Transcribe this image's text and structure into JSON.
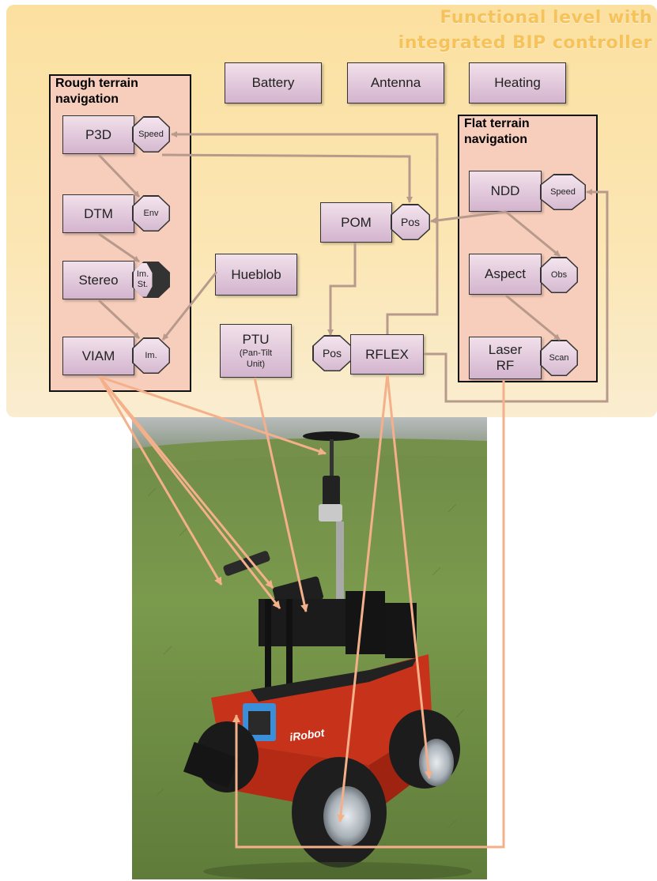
{
  "title_line1": "Functional level with",
  "title_line2": "integrated BIP controller",
  "rough_group_title": "Rough terrain navigation",
  "flat_group_title": "Flat terrain navigation",
  "modules": {
    "battery": "Battery",
    "antenna": "Antenna",
    "heating": "Heating",
    "p3d": "P3D",
    "dtm": "DTM",
    "stereo": "Stereo",
    "viam": "VIAM",
    "hueblob": "Hueblob",
    "ptu": "PTU",
    "ptu_sub": "(Pan-Tilt Unit)",
    "pom": "POM",
    "rflex": "RFLEX",
    "ndd": "NDD",
    "aspect": "Aspect",
    "laser_rf": "Laser RF"
  },
  "ports": {
    "p3d_speed": "Speed",
    "dtm_env": "Env",
    "stereo_im_st": "Im. St.",
    "viam_im": "Im.",
    "pom_pos": "Pos",
    "rflex_pos": "Pos",
    "ndd_speed": "Speed",
    "aspect_obs": "Obs",
    "laser_scan": "Scan"
  },
  "photo_logo": "iRobot",
  "colors": {
    "panel": "#fbe3aa",
    "title": "#f6c25a",
    "group_fill": "#f7cdbb",
    "module_fill": "#dcc0d6",
    "flow_arrow": "#b79a8c",
    "hw_arrow": "#f4b08a"
  }
}
